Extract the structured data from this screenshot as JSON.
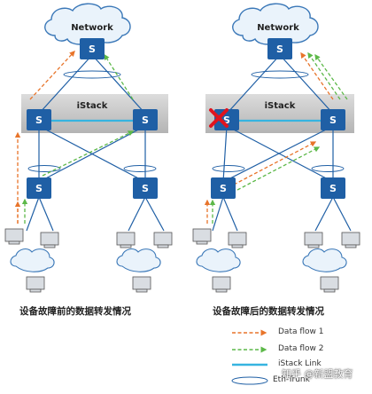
{
  "network_label": "Network",
  "stack_label": "iStack",
  "switch_label": "S",
  "captions": {
    "before": "设备故障前的数据转发情况",
    "after": "设备故障后的数据转发情况"
  },
  "legend": {
    "flow1": "Data flow 1",
    "flow2": "Data flow 2",
    "istack_link": "iStack Link",
    "eth_trunk": "Eth-Trunk"
  },
  "watermark": "知乎 @新盟教育",
  "colors": {
    "switch": "#1f5fa5",
    "flow1": "#e8742a",
    "flow2": "#5cb848",
    "istack_link": "#36b4e0",
    "stack_band": "#c8c8c8",
    "fault": "#e0141e",
    "cloud": "#eaf3fb"
  }
}
